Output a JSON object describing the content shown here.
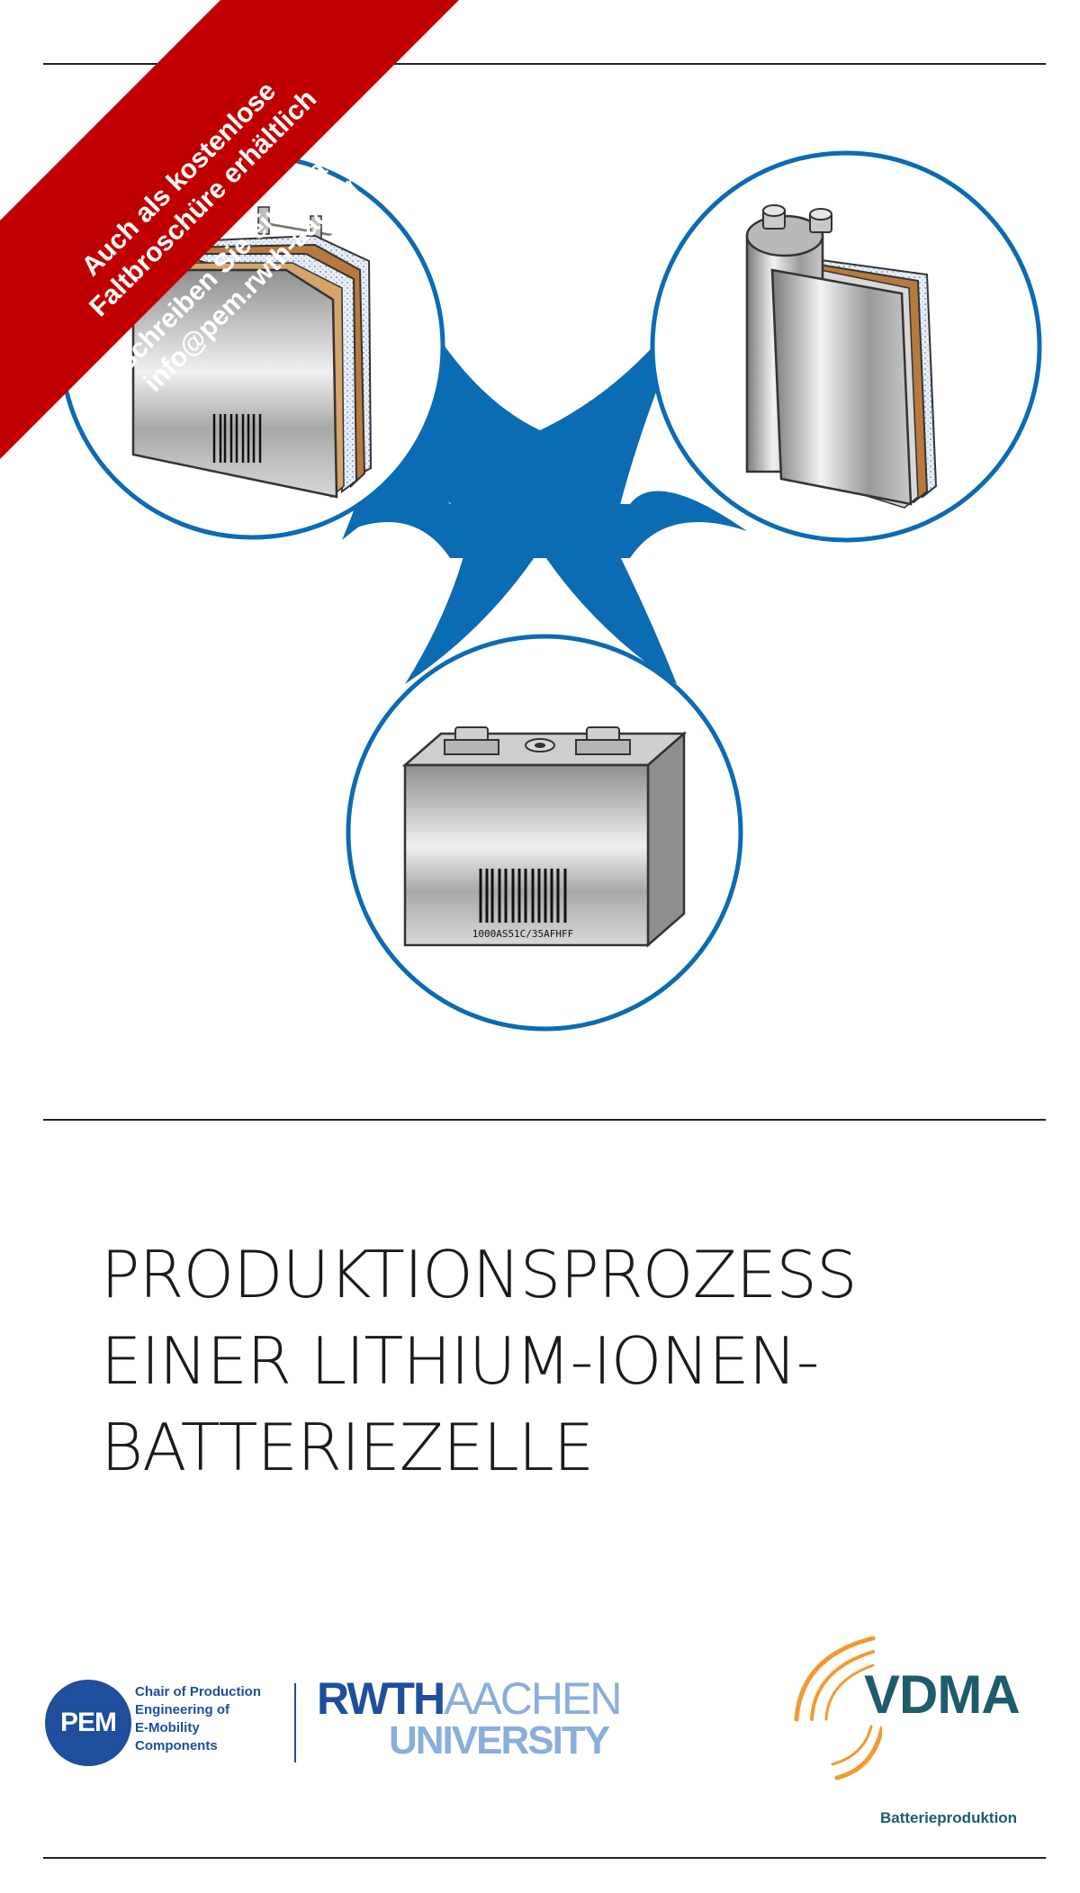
{
  "ribbon": {
    "line1": "Auch als kostenlose",
    "line2": "Faltbroschüre erhältlich",
    "line3": "Schreiben Sie eine Mail an:",
    "line4": "info@pem.rwth-aachen.de"
  },
  "title": {
    "line1": "PRODUKTIONSPROZESS",
    "line2": "EINER LITHIUM-IONEN-",
    "line3": "BATTERIEZELLE"
  },
  "prismatic_cell_barcode": "1000AS51C/35AFHFF",
  "logos": {
    "pem": {
      "mark": "PEM",
      "line1": "Chair of Production",
      "line2": "Engineering of",
      "line3": "E-Mobility",
      "line4": "Components"
    },
    "rwth": {
      "part1": "RWTH",
      "part2": "AACHEN",
      "line2": "UNIVERSITY"
    },
    "vdma": {
      "word": "VDMA",
      "sub": "Batterieproduktion"
    }
  },
  "colors": {
    "blue": "#0b6bb3",
    "ribbon_red": "#c00000",
    "pem_blue": "#1f4e9c",
    "rwth_light": "#8aaedc",
    "vdma_teal": "#1f5c6b",
    "vdma_orange": "#f29a2e"
  },
  "icons": [
    "pouch-cell-icon",
    "cylindrical-cell-icon",
    "prismatic-cell-icon",
    "barcode-icon"
  ]
}
